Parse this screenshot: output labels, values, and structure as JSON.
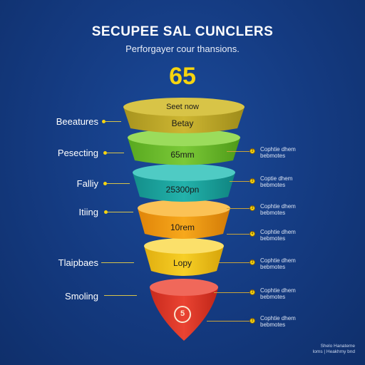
{
  "header": {
    "title": "SECUPEE SAL CUNCLERS",
    "subtitle": "Perforgayer cour thansions.",
    "big_number": "65"
  },
  "stages": [
    {
      "label": "Beeatures",
      "top_text": "Seet now",
      "text": "Betay",
      "color": "#c8b32a"
    },
    {
      "label": "Pesecting",
      "text": "65mm",
      "color": "#6fbf2f"
    },
    {
      "label": "Falliy",
      "text": "25300pn",
      "color": "#1fa6a0"
    },
    {
      "label": "Itiing",
      "text": "10rem",
      "color": "#f29a12"
    },
    {
      "label": "Tlaipbaes",
      "text": "Lopy",
      "color": "#f1c31b"
    },
    {
      "label": "Smoling",
      "text": "5",
      "color": "#e0392a"
    }
  ],
  "notes": [
    {
      "marker": "3",
      "line1": "Cophtie dhem",
      "line2": "bebmotes"
    },
    {
      "marker": "3",
      "line1": "Coptie dhem",
      "line2": "bebmotes"
    },
    {
      "marker": "3",
      "line1": "Cophtie dhem",
      "line2": "bebmotes"
    },
    {
      "marker": "4",
      "line1": "Cophtie dhem",
      "line2": "bebmotes"
    },
    {
      "marker": "3",
      "line1": "Cophtie dhem",
      "line2": "bebmotes"
    },
    {
      "marker": "3",
      "line1": "Cophtie dhem",
      "line2": "bebmotes"
    },
    {
      "marker": "3",
      "line1": "Cophtie dhem",
      "line2": "bebmotes"
    }
  ],
  "footer": {
    "line1": "Shelo Hanateme",
    "line2": "Ioms | Heakhmy bnd"
  }
}
